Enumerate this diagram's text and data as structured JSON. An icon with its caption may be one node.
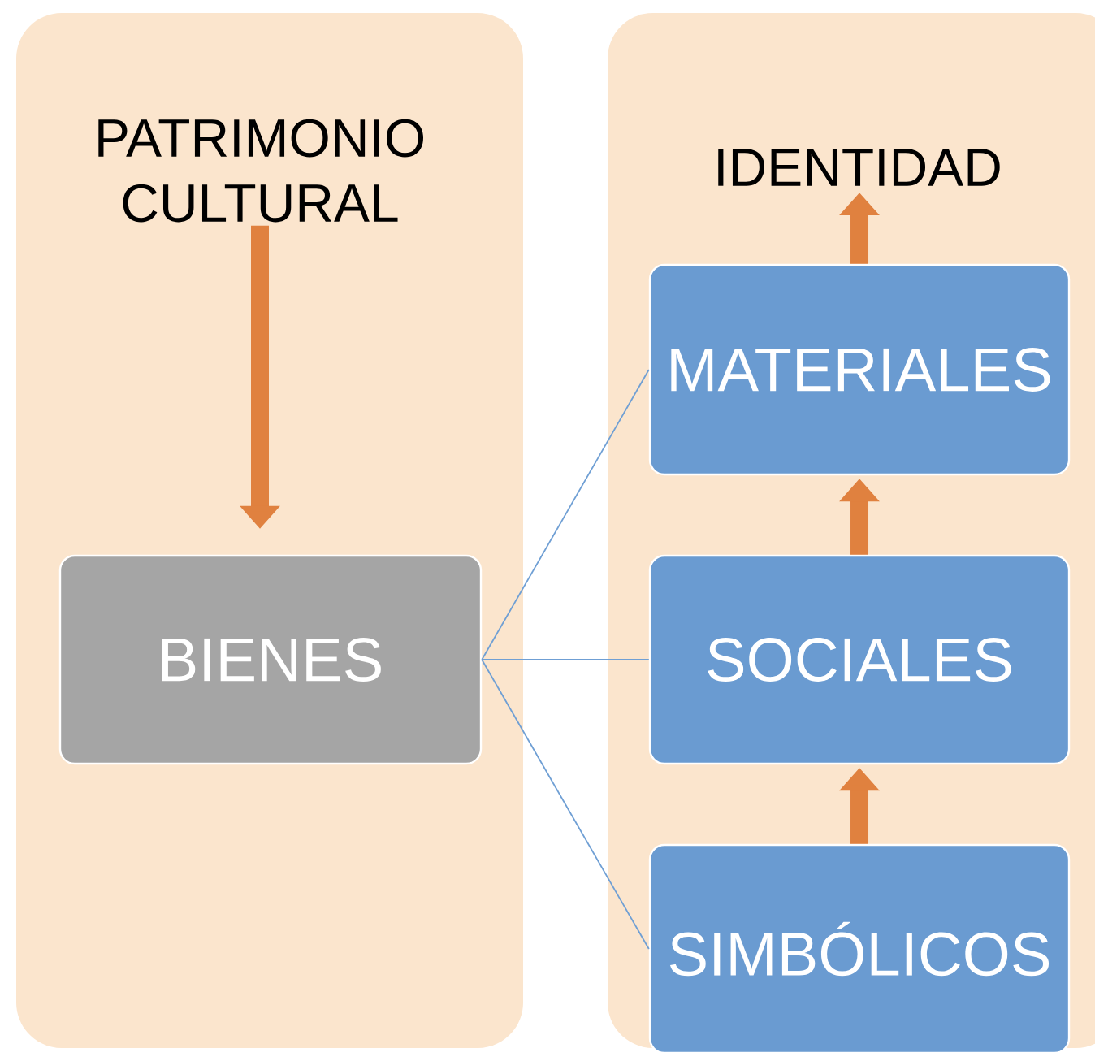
{
  "diagram": {
    "nodes": [
      {
        "text": [],
        "shape": "box"
      },
      {
        "text": [
          "PATRIMONIO CULTURAL"
        ],
        "in": 0
      },
      {
        "text": [
          "BIENES"
        ],
        "in": 0
      },
      {
        "text": [],
        "shape": "box"
      },
      {
        "text": [
          "IDENTIDAD"
        ],
        "in": 3
      },
      {
        "text": [
          "MATERIALES"
        ],
        "in": 3
      },
      {
        "text": [
          "SOCIALES"
        ],
        "in": 3
      },
      {
        "text": [
          "SIMBÓLICOS"
        ],
        "in": 3
      }
    ],
    "edges": [
      {
        "from": 1,
        "to": 2,
        "arrow": "to"
      },
      {
        "from": 5,
        "to": 4,
        "arrow": "to"
      },
      {
        "from": 6,
        "to": 5,
        "arrow": "to"
      },
      {
        "from": 7,
        "to": 6,
        "arrow": "to"
      },
      {
        "from": 2,
        "to": 5,
        "arrow": "none",
        "color": "#6f9fd4"
      },
      {
        "from": 2,
        "to": 6,
        "arrow": "none",
        "color": "#6f9fd4"
      },
      {
        "from": 2,
        "to": 7,
        "arrow": "none",
        "color": "#6f9fd4"
      }
    ]
  }
}
